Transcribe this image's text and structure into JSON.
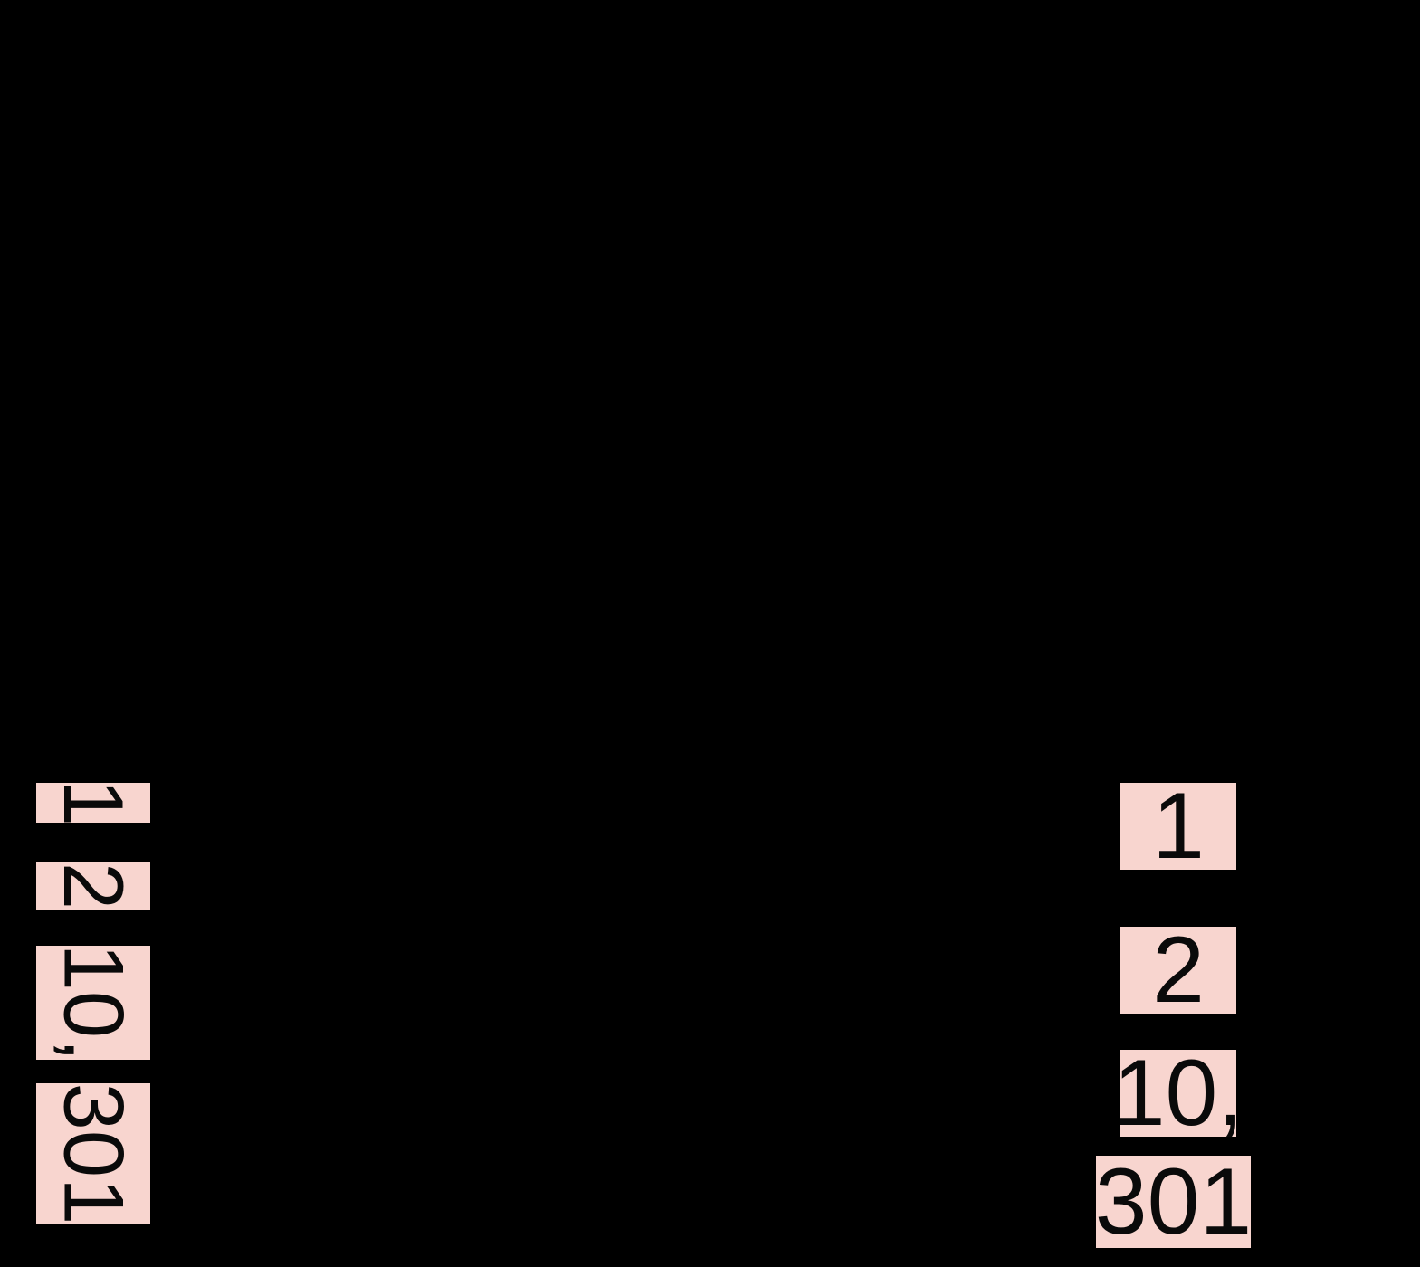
{
  "canvas": {
    "background": "#000000",
    "highlight_color": "#f8d5cf",
    "text_color": "#0a0a0a"
  },
  "left_panel": {
    "orientation": "rotated-90deg-clockwise",
    "words": [
      {
        "text": "1"
      },
      {
        "text": "2"
      },
      {
        "text": "10,"
      },
      {
        "text": "301"
      }
    ]
  },
  "right_panel": {
    "orientation": "horizontal",
    "words": [
      {
        "text": "1"
      },
      {
        "text": "2"
      },
      {
        "text": "10,"
      },
      {
        "text": "301"
      }
    ]
  }
}
